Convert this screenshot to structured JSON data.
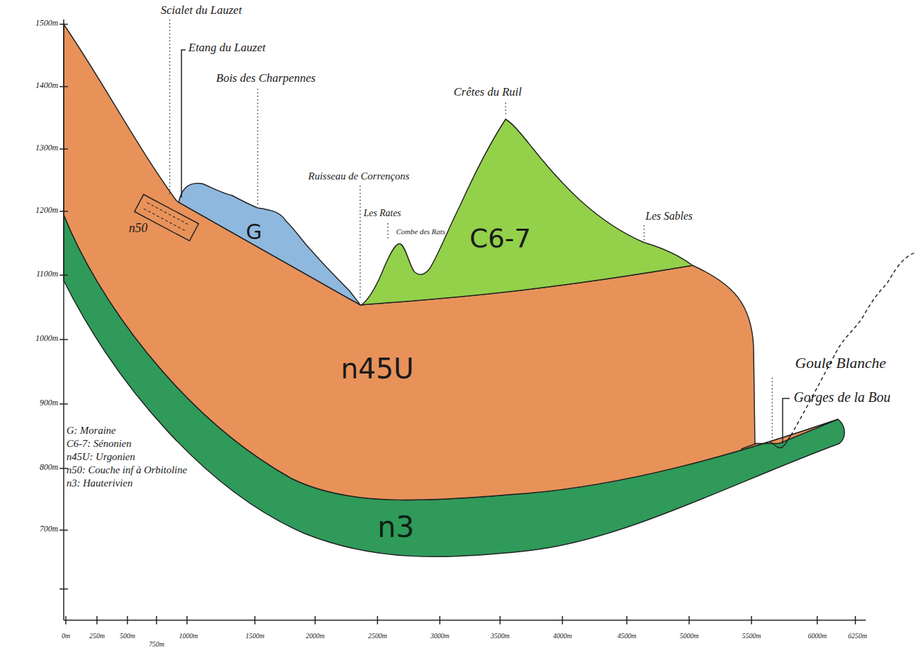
{
  "diagram": {
    "nodes": [
      {
        "text": [
          "G"
        ]
      },
      {
        "text": [
          "C6-7"
        ]
      },
      {
        "text": [
          "n45U"
        ]
      },
      {
        "text": [
          "n3"
        ]
      }
    ],
    "edges": [],
    "labels": [
      "1500m",
      "1400m",
      "1300m",
      "1200m",
      "1100m",
      "1000m",
      "900m",
      "800m",
      "700m",
      "0m",
      "250m",
      "500m",
      "750m",
      "1000m",
      "1500m",
      "2000m",
      "2500m",
      "3000m",
      "3500m",
      "4000m",
      "4500m",
      "5000m",
      "5500m",
      "6000m",
      "6250m",
      "Scialet du Lauzet",
      "Etang du Lauzet",
      "Bois des Charpennes",
      "Ruisseau de Corrençons",
      "Les Rates",
      "Combe des Rats",
      "Crêtes du Ruil",
      "Les Sables",
      "Goule Blanche",
      "Gorges de la Bou",
      "n50"
    ],
    "legend": [
      {
        "text": "G: Moraine"
      },
      {
        "text": "C6-7: Sénonien"
      },
      {
        "text": "n45U: Urgonien"
      },
      {
        "text": "n50: Couche inf à Orbitoline"
      },
      {
        "text": "n3: Hauterivien"
      }
    ]
  }
}
